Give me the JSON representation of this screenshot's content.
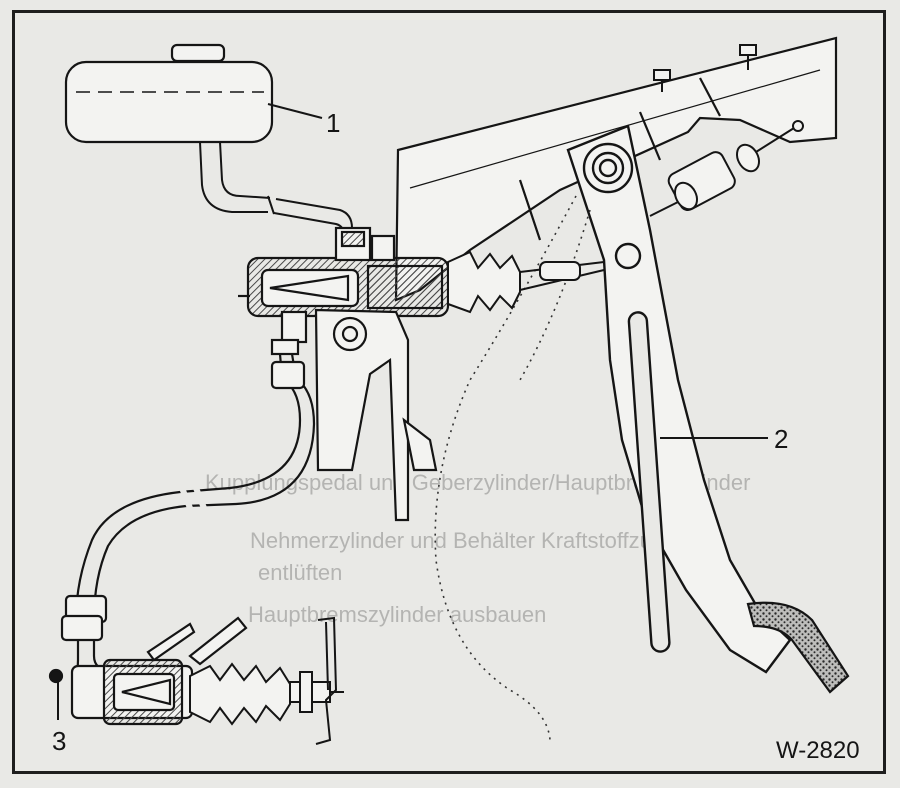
{
  "figure_code": "W-2820",
  "callouts": [
    {
      "number": "1",
      "part": "reservoir"
    },
    {
      "number": "2",
      "part": "pedal"
    },
    {
      "number": "3",
      "part": "slave-cylinder"
    }
  ],
  "bleed_through_text": [
    "Kupplungspedal und Geberzylinder/Hauptbremszylinder",
    "Nehmerzylinder und Behälter Kraftstoffzuleitung",
    "entlüften",
    "Hauptbremszylinder ausbauen"
  ],
  "colors": {
    "ink": "#151515",
    "paper": "#e9e9e6",
    "hatch": "#555555"
  }
}
